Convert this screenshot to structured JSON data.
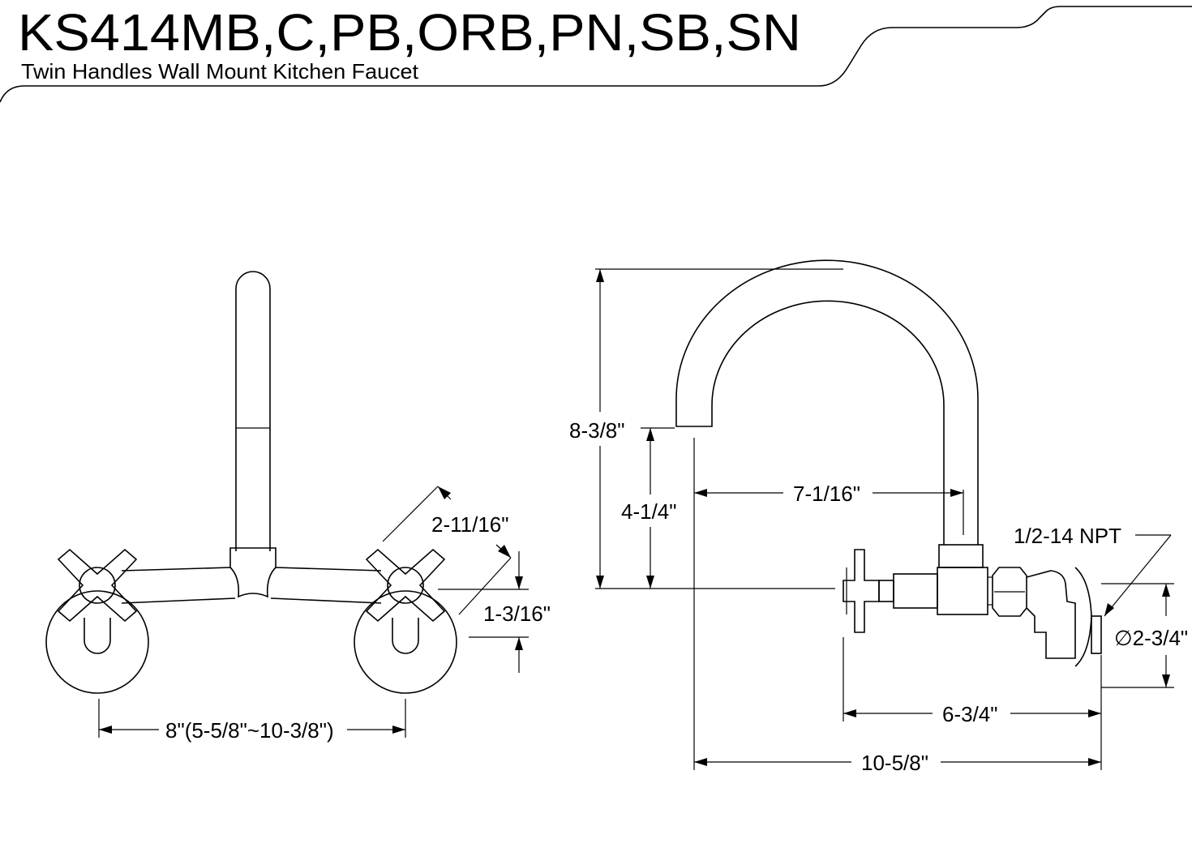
{
  "header": {
    "model": "KS414MB,C,PB,ORB,PN,SB,SN",
    "subtitle": "Twin Handles Wall Mount Kitchen Faucet"
  },
  "front_view": {
    "handle_rotation": "2-11/16\"",
    "handle_height": "1-3/16\"",
    "center_spread": "8\"(5-5/8\"~10-3/8\")"
  },
  "side_view": {
    "overall_height": "8-3/8\"",
    "spout_height": "4-1/4\"",
    "spout_reach": "7-1/16\"",
    "inlet_thread": "1/2-14 NPT",
    "flange_diameter": "∅2-3/4\"",
    "body_depth": "6-3/4\"",
    "overall_depth": "10-5/8\""
  }
}
